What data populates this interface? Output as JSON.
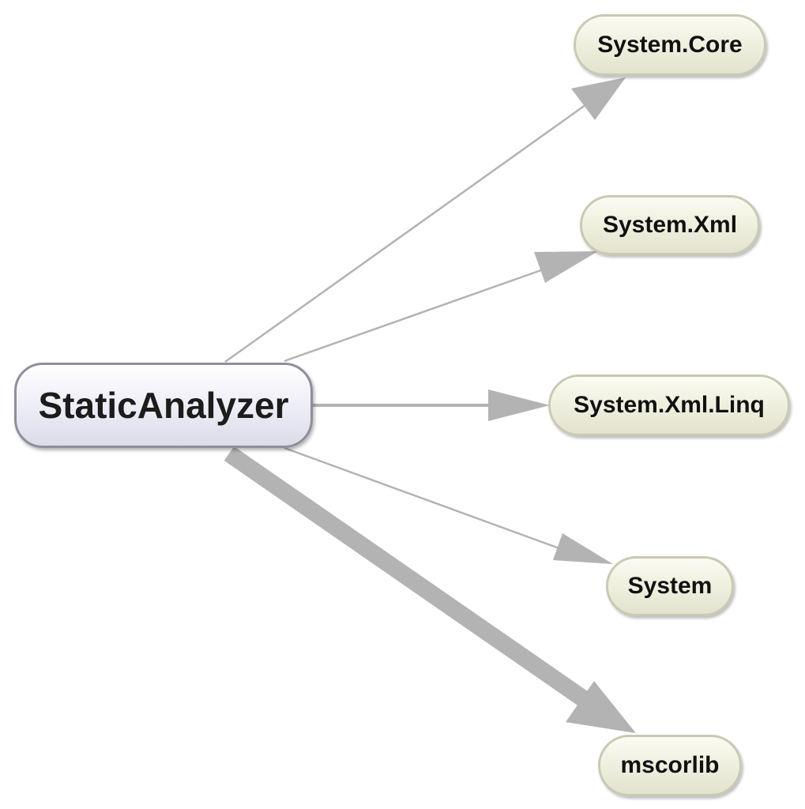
{
  "root": {
    "label": "StaticAnalyzer"
  },
  "dependencies": [
    {
      "id": "system-core",
      "label": "System.Core",
      "weight": "thin"
    },
    {
      "id": "system-xml",
      "label": "System.Xml",
      "weight": "thin"
    },
    {
      "id": "system-xml-linq",
      "label": "System.Xml.Linq",
      "weight": "medium"
    },
    {
      "id": "system",
      "label": "System",
      "weight": "thin"
    },
    {
      "id": "mscorlib",
      "label": "mscorlib",
      "weight": "heavy"
    }
  ],
  "colors": {
    "edge": "#b3b3b3",
    "root_fill": "#e6e6f2",
    "dependency_fill": "#efefde"
  }
}
